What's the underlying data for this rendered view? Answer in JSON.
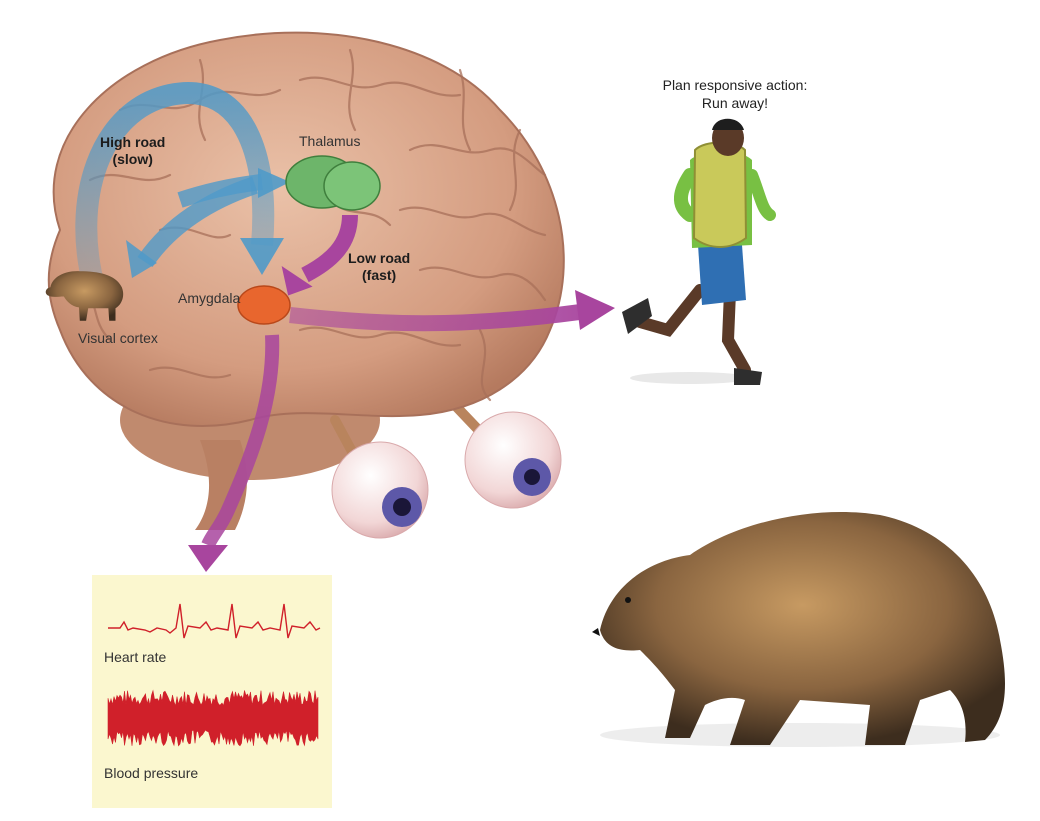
{
  "labels": {
    "high_road_line1": "High road",
    "high_road_line2": "(slow)",
    "low_road_line1": "Low road",
    "low_road_line2": "(fast)",
    "thalamus": "Thalamus",
    "amygdala": "Amygdala",
    "visual_cortex": "Visual cortex",
    "action_line1": "Plan responsive action:",
    "action_line2": "Run away!",
    "heart_rate": "Heart rate",
    "blood_pressure": "Blood pressure"
  },
  "colors": {
    "brain": "#d9a88f",
    "brain_fold": "#a8705a",
    "high_road_arrow": "#4f9ac9",
    "low_road_arrow": "#a8459e",
    "thalamus": "#6db56a",
    "amygdala": "#e8662e",
    "panel_bg": "#fbf7cf",
    "trace": "#d0202a",
    "bear": "#8a6a45",
    "shirt": "#78c043",
    "shorts": "#2f6fb3",
    "backpack": "#c9c95a"
  },
  "icons": [
    "brain-illustration",
    "eyeball-icon",
    "bear-icon",
    "runner-figure",
    "ecg-trace",
    "blood-pressure-trace"
  ]
}
